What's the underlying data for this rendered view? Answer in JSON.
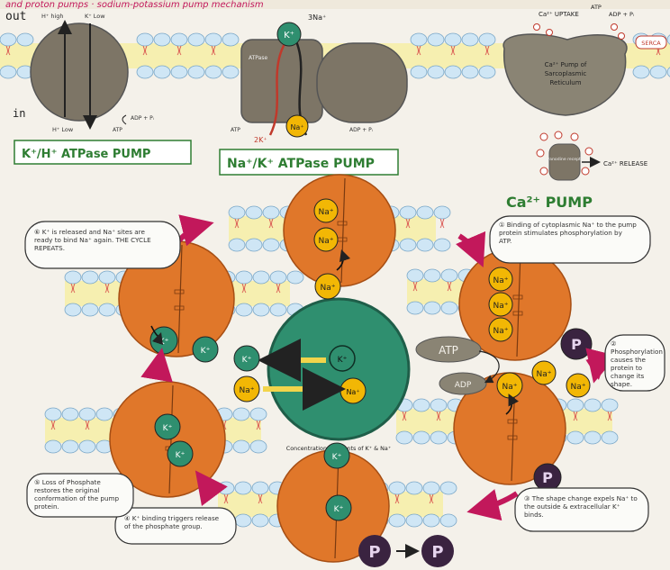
{
  "header": {
    "top_title_fragment": "and proton pumps · sodium-potassium pump mechanism"
  },
  "membrane": {
    "out_label": "out",
    "in_label": "in"
  },
  "kh_pump": {
    "label": "K⁺/H⁺ ATPase PUMP",
    "h_high": "H⁺ high",
    "k_low": "K⁺ Low",
    "h_low": "H⁺ Low",
    "adp_pi": "ADP + Pᵢ",
    "atp": "ATP"
  },
  "nak_pump": {
    "label": "Na⁺/K⁺ ATPase PUMP",
    "k_ion": "K⁺",
    "na_ion": "Na⁺",
    "three_na": "3Na⁺",
    "two_k": "2K⁺",
    "atpase": "ATPase",
    "atp": "ATP",
    "adp_pi": "ADP + Pᵢ"
  },
  "ca_pump": {
    "label": "Ca²⁺ PUMP",
    "uptake": "Ca²⁺ UPTAKE",
    "atp": "ATP",
    "adp_pi": "ADP + Pᵢ",
    "serca": "SERCA",
    "pump_text_1": "Ca²⁺ Pump of",
    "pump_text_2": "Sarcoplasmic",
    "pump_text_3": "Reticulum",
    "channel_text": "Ryanodine receptor",
    "release": "Ca²⁺ RELEASE"
  },
  "ions": {
    "na": "Na⁺",
    "k": "K⁺",
    "p": "P",
    "atp": "ATP",
    "adp": "ADP"
  },
  "center": {
    "caption": "Concentration gradients of K⁺ & Na⁺"
  },
  "steps": {
    "step1": "① Binding of cytoplasmic Na⁺ to the pump protein stimulates phosphorylation by ATP.",
    "step2": "② Phosphorylation causes the protein to change its shape.",
    "step3": "③ The shape change expels Na⁺ to the outside & extracellular K⁺ binds.",
    "step4": "④ K⁺ binding triggers release of the phosphate group.",
    "step5": "⑤ Loss of Phosphate restores the original conformation of the pump protein.",
    "step6": "⑥ K⁺ is released and Na⁺ sites are ready to bind Na⁺ again. THE CYCLE REPEATS."
  },
  "colors": {
    "paper": "#f4f1ea",
    "membrane_head": "#cfe6f5",
    "membrane_core": "#f7ee9c",
    "tail": "#d9534f",
    "pump_orange": "#e0772a",
    "na_yellow": "#f2b705",
    "k_green": "#2f8f6f",
    "phosphate": "#3a2340",
    "cycle_arrow": "#c2185b",
    "protein_grey": "#8a8474",
    "label_green": "#2e7d32"
  }
}
